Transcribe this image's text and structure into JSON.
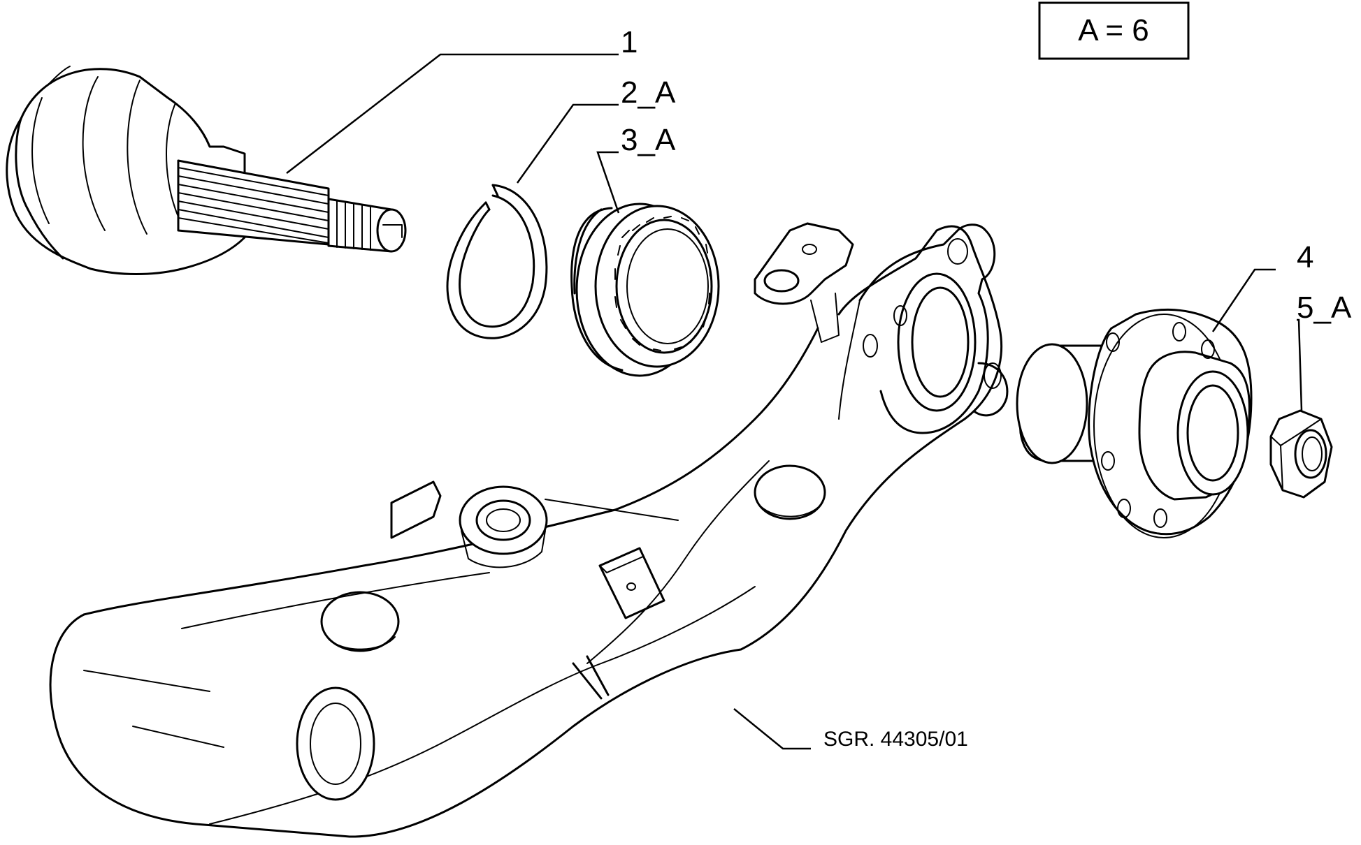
{
  "legend": {
    "text": "A = 6"
  },
  "callouts": [
    {
      "id": "1",
      "label": "1"
    },
    {
      "id": "2",
      "label": "2_A"
    },
    {
      "id": "3",
      "label": "3_A"
    },
    {
      "id": "4",
      "label": "4"
    },
    {
      "id": "5",
      "label": "5_A"
    }
  ],
  "reference": {
    "text": "SGR. 44305/01"
  }
}
